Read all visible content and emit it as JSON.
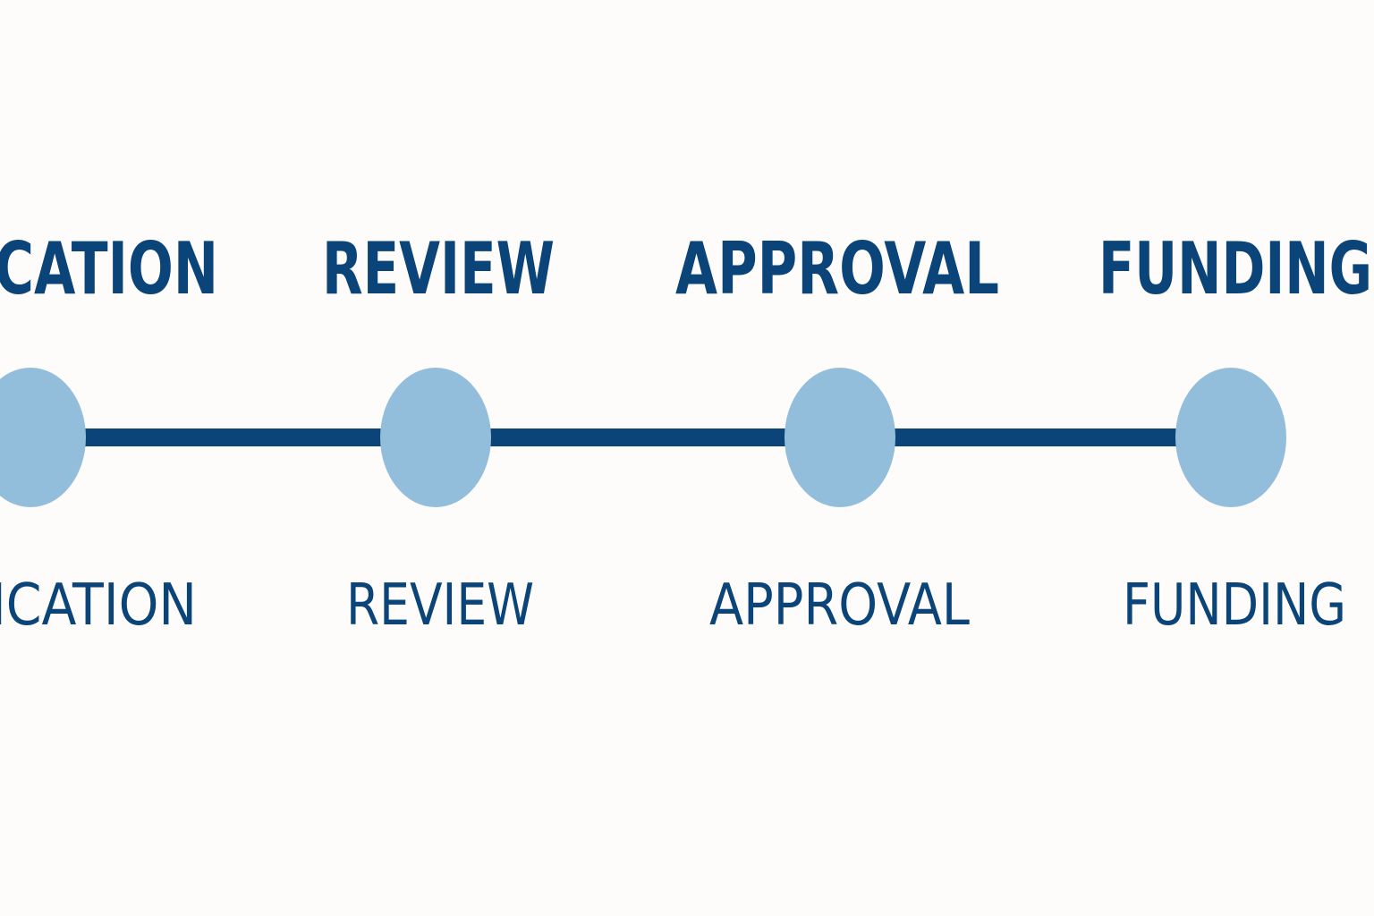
{
  "colors": {
    "background": "#fdfcfa",
    "line": "#0b4478",
    "node_fill": "#93bedb",
    "text": "#0b4478"
  },
  "steps": [
    {
      "top_label": "CATION",
      "bottom_label": "ICATION"
    },
    {
      "top_label": "REVIEW",
      "bottom_label": "REVIEW"
    },
    {
      "top_label": "APPROVAL",
      "bottom_label": "APPROVAL"
    },
    {
      "top_label": "FUNDING",
      "bottom_label": "FUNDING"
    }
  ]
}
